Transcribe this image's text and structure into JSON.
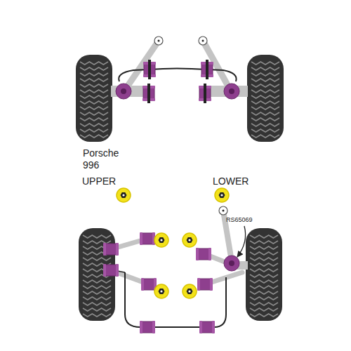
{
  "diagram": {
    "labels": [
      "Porsche 996",
      "UPPER",
      "LOWER",
      "RS65069"
    ]
  }
}
